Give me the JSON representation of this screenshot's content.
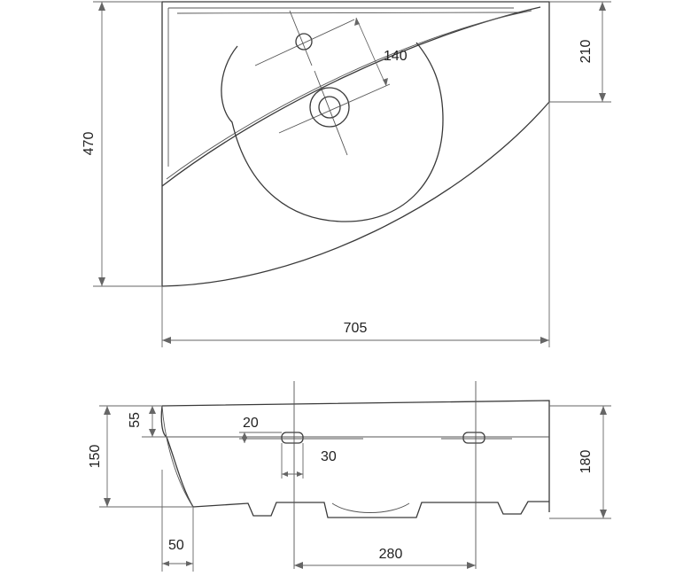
{
  "top_view": {
    "dimensions": {
      "height_470": "470",
      "width_705": "705",
      "offset_210": "210",
      "tap_hole_140": "140"
    }
  },
  "front_view": {
    "dimensions": {
      "top_55": "55",
      "slot_height_20": "20",
      "slot_width_30": "30",
      "height_150": "150",
      "height_180": "180",
      "offset_50": "50",
      "spacing_280": "280"
    }
  }
}
